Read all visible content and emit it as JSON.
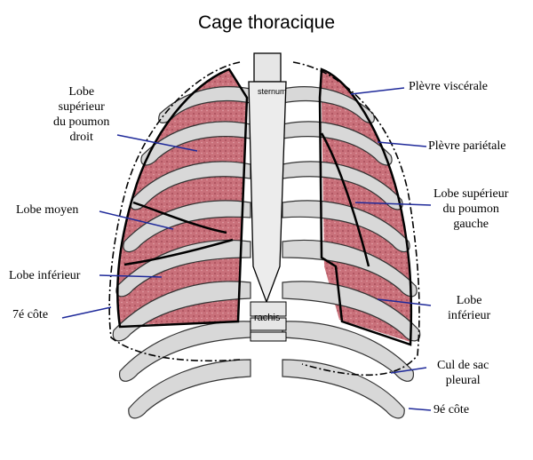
{
  "title": "Cage thoracique",
  "labels": {
    "lobe_sup_droit": [
      "Lobe",
      "supérieur",
      "du poumon",
      "droit"
    ],
    "lobe_moyen": "Lobe moyen",
    "lobe_inferieur_droit": "Lobe inférieur",
    "septieme_cote": "7é côte",
    "plevre_viscerale": "Plèvre viscérale",
    "plevre_parietale": "Plèvre pariétale",
    "lobe_sup_gauche": [
      "Lobe supérieur",
      "du poumon",
      "gauche"
    ],
    "lobe_inferieur_gauche": [
      "Lobe",
      "inférieur"
    ],
    "cul_de_sac": [
      "Cul de sac",
      "pleural"
    ],
    "neuvieme_cote": "9é côte",
    "sternum": "sternum",
    "rachis": "rachis"
  },
  "colors": {
    "lung": "#c9707a",
    "lung_dark": "#a94f5b",
    "rib_fill": "#d8d8d8",
    "pointer": "#1f2a9a",
    "outline": "#000000"
  }
}
